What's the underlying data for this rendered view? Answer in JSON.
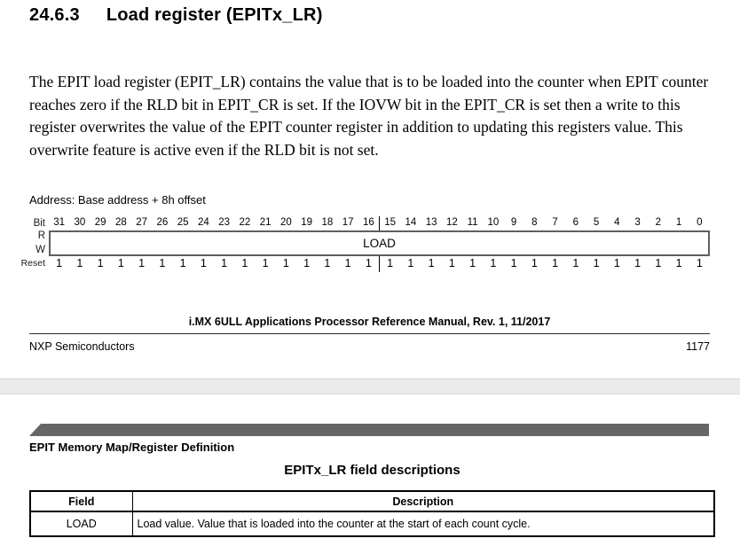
{
  "page1": {
    "section_number": "24.6.3",
    "section_title": "Load register (EPITx_LR)",
    "body_text": "The EPIT load register (EPIT_LR) contains the value that is to be loaded into the counter when EPIT counter reaches zero if the RLD bit in EPIT_CR is set. If the IOVW bit in the EPIT_CR is set then a write to this register overwrites the value of the EPIT counter register in addition to updating this registers value. This overwrite feature is active even if the RLD bit is not set.",
    "address_line": "Address: Base address + 8h offset",
    "register_diagram": {
      "bit_label": "Bit",
      "bits": [
        "31",
        "30",
        "29",
        "28",
        "27",
        "26",
        "25",
        "24",
        "23",
        "22",
        "21",
        "20",
        "19",
        "18",
        "17",
        "16",
        "15",
        "14",
        "13",
        "12",
        "11",
        "10",
        "9",
        "8",
        "7",
        "6",
        "5",
        "4",
        "3",
        "2",
        "1",
        "0"
      ],
      "r_label": "R",
      "w_label": "W",
      "field_name": "LOAD",
      "reset_label": "Reset",
      "reset_values": [
        "1",
        "1",
        "1",
        "1",
        "1",
        "1",
        "1",
        "1",
        "1",
        "1",
        "1",
        "1",
        "1",
        "1",
        "1",
        "1",
        "1",
        "1",
        "1",
        "1",
        "1",
        "1",
        "1",
        "1",
        "1",
        "1",
        "1",
        "1",
        "1",
        "1",
        "1",
        "1"
      ]
    },
    "footer": {
      "manual_title": "i.MX 6ULL Applications Processor Reference Manual, Rev. 1, 11/2017",
      "publisher": "NXP Semiconductors",
      "page_number": "1177"
    }
  },
  "page2": {
    "running_header": "EPIT Memory Map/Register Definition",
    "table_title": "EPITx_LR field descriptions",
    "table": {
      "headers": [
        "Field",
        "Description"
      ],
      "rows": [
        [
          "LOAD",
          "Load value. Value that is loaded into the counter at the start of each count cycle."
        ]
      ]
    }
  },
  "colors": {
    "chapter_bar": "#666668",
    "page_separator": "#eaeaec",
    "text": "#000000"
  }
}
